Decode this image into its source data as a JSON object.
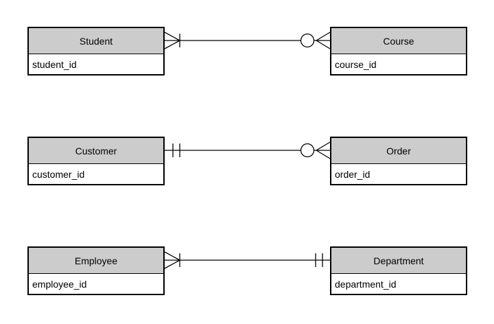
{
  "diagram": {
    "type": "entity-relationship",
    "notation": "crows-foot",
    "colors": {
      "background": "#ffffff",
      "entity_header_fill": "#cccccc",
      "entity_row_fill": "#ffffff",
      "border": "#000000",
      "line": "#000000"
    },
    "entities": [
      {
        "name": "Student",
        "attributes": [
          "student_id"
        ]
      },
      {
        "name": "Course",
        "attributes": [
          "course_id"
        ]
      },
      {
        "name": "Customer",
        "attributes": [
          "customer_id"
        ]
      },
      {
        "name": "Order",
        "attributes": [
          "order_id"
        ]
      },
      {
        "name": "Employee",
        "attributes": [
          "employee_id"
        ]
      },
      {
        "name": "Department",
        "attributes": [
          "department_id"
        ]
      }
    ],
    "relationships": [
      {
        "from": "Student",
        "to": "Course",
        "from_cardinality": "one-or-many (bar + crows-foot)",
        "to_cardinality": "zero-or-many (circle + crows-foot)"
      },
      {
        "from": "Customer",
        "to": "Order",
        "from_cardinality": "exactly-one (double bar)",
        "to_cardinality": "zero-or-many (circle + crows-foot)"
      },
      {
        "from": "Employee",
        "to": "Department",
        "from_cardinality": "one-or-many (bar + crows-foot)",
        "to_cardinality": "exactly-one (double bar)"
      }
    ]
  }
}
